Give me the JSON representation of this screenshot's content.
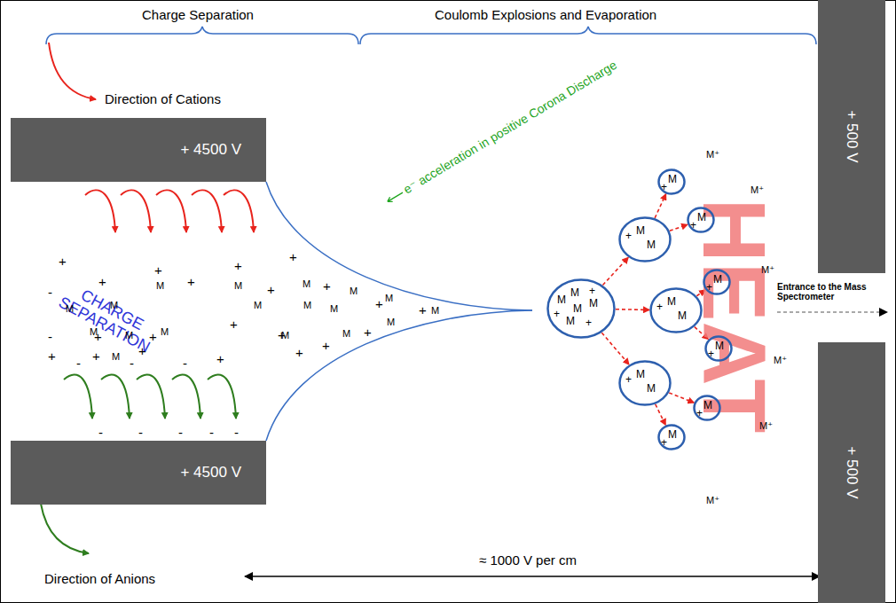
{
  "diagram": {
    "nodes": [
      {
        "text": [
          "+ 4500 V"
        ]
      },
      {
        "text": [
          "+ 4500 V"
        ]
      },
      {
        "text": [
          "+ 500 V"
        ]
      },
      {
        "text": [
          "+ 500 V"
        ]
      },
      {
        "text": [
          "M",
          "M",
          "M",
          "M",
          "M",
          "+",
          "+",
          "+"
        ]
      },
      {
        "text": [
          "+",
          "M",
          "M"
        ]
      },
      {
        "text": [
          "+",
          "M",
          "M"
        ]
      },
      {
        "text": [
          "+",
          "M",
          "M"
        ]
      },
      {
        "text": [
          "M",
          "+"
        ]
      },
      {
        "text": [
          "M",
          "+"
        ]
      },
      {
        "text": [
          "M",
          "+"
        ]
      },
      {
        "text": [
          "M",
          "+"
        ]
      },
      {
        "text": [
          "M",
          "+"
        ]
      },
      {
        "text": [
          "M",
          "+"
        ]
      }
    ],
    "edges": [
      {
        "from": 4,
        "to": 5,
        "arrow": "to"
      },
      {
        "from": 4,
        "to": 6,
        "arrow": "to"
      },
      {
        "from": 4,
        "to": 7,
        "arrow": "to"
      },
      {
        "from": 5,
        "to": 8,
        "arrow": "to"
      },
      {
        "from": 5,
        "to": 9,
        "arrow": "to"
      },
      {
        "from": 6,
        "to": 10,
        "arrow": "to"
      },
      {
        "from": 6,
        "to": 11,
        "arrow": "to"
      },
      {
        "from": 7,
        "to": 12,
        "arrow": "to"
      },
      {
        "from": 7,
        "to": 13,
        "arrow": "to"
      }
    ],
    "labels": [
      "Charge Separation",
      "Coulomb Explosions and Evaporation",
      "Direction of Cations",
      "e⁻ acceleration in positive Corona Discharge",
      "CHARGE SEPARATION",
      "HEAT",
      "Entrance to the Mass Spectrometer",
      "≈ 1000 V per cm",
      "Direction of Anions",
      "M⁺",
      "M⁺",
      "M⁺",
      "M⁺",
      "M⁺",
      "M⁺",
      "+",
      "+",
      "+",
      "+",
      "+",
      "+",
      "+",
      "+",
      "+",
      "+",
      "+",
      "+",
      "+",
      "+",
      "+",
      "+",
      "+",
      "+",
      "+",
      "+",
      "+",
      "-",
      "-",
      "-",
      "-",
      "-",
      "-",
      "-",
      "-",
      "-",
      "-",
      "M",
      "M",
      "M",
      "M",
      "M",
      "M",
      "M",
      "M",
      "M",
      "M",
      "M",
      "M",
      "M",
      "M",
      "M",
      "M",
      "M",
      "M"
    ]
  }
}
